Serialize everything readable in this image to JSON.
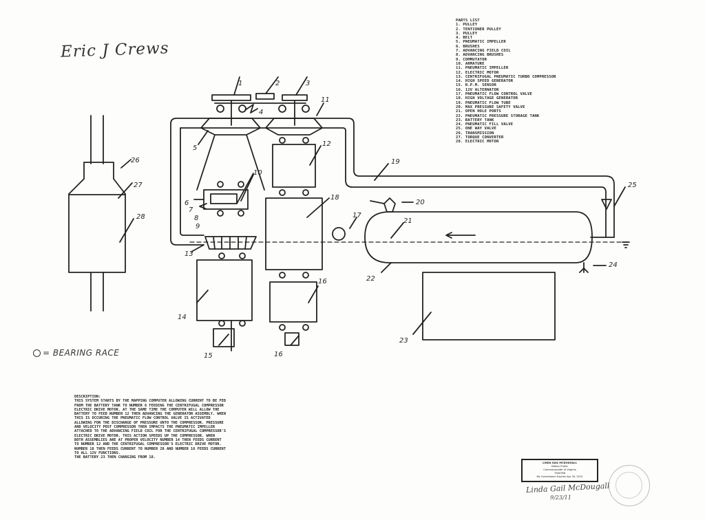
{
  "signature": "Eric J Crews",
  "parts_list": {
    "title": "PARTS LIST",
    "items": [
      "1. PULLEY",
      "2. TENTIONER PULLEY",
      "3. PULLEY",
      "4. BELT",
      "5. PNEUMATIC IMPELLER",
      "6. BRUSHES",
      "7. ADVANCING FIELD COIL",
      "8. ADVANCING BRUSHES",
      "9. COMMUTATOR",
      "10. ARMATURE",
      "11. PNEUMATIC IMPELLER",
      "12. ELECTRIC MOTOR",
      "13. CENTRIFUGAL PNEUMATIC TURBO COMPRESSOR",
      "14. HIGH SPEED GENERATOR",
      "15. R.P.M. SENSOR",
      "16. 12V ALTERNATOR",
      "17. PNEUMATIC FLOW CONTROL VALVE",
      "18. HIGH VOLTAGE GENERATOR",
      "19. PNEUMATIC FLOW TUBE",
      "20. MAX PRESSURE SAFETY VALVE",
      "21. OPEN HOLE PORTS",
      "22. PNEUMATIC PRESSURE STORAGE TANK",
      "23. BATTERY TANK",
      "24. PNEUMATIC FILL VALVE",
      "25. ONE WAY VALVE",
      "26. TRANSMISSION",
      "27. TORQUE CONVERTER",
      "28. ELECTRIC MOTOR"
    ]
  },
  "description": {
    "lines": [
      "DESCRIPTION:",
      "THIS SYSTEM STARTS BY THE MAPPING COMPUTER ALLOWING CURRENT TO BE FED",
      "FROM THE BATTERY TANK TO NUMBER 6 FEEDING THE CENTRIFUGAL COMPRESSOR",
      "ELECTRIC DRIVE MOTOR. AT THE SAME TIME THE COMPUTER WILL ALLOW THE",
      "BATTERY TO FEED NUMBER 12 THEN ADVANCING THE GENERATOR ASSEMBLY. WHEN",
      "THIS IS OCCURING THE PNEUMATIC FLOW CONTROL VALVE IS ACTIVATED",
      "ALLOWING FOR THE DISCHARGE OF PRESSURE UNTO THE COMPRESSOR. PRESSURE",
      "AND VELOCITY POST COMPRESSOR THEN IMPACTS THE PNEUMATIC IMPELLER",
      "ATTACHED TO THE ADVANCING FIELD COIL FOR THE CENTRIFUGAL COMPRESSOR'S",
      "ELECTRIC DRIVE MOTOR.   THIS ACTION SPEEDS UP THE COMPRESSOR.   WHEN",
      "BOTH ASSEMBLIES ARE AT PROPER VELOCITY NUMBER 14 THEN FEEDS CURRENT",
      "TO NUMBER 12 AND THE CENTRIFUGAL COMPRESSOR'S ELECTRIC DRIVE MOTOR.",
      "NUMBER 18 THEN FEEDS CURRENT TO NUMBER 28  AND NUMBER 16 FEEDS CURRENT",
      "TO ALL 12V FUNCTIONS.",
      "THE BATTERY 23 THEN CHARGING FROM 18."
    ]
  },
  "bearing_legend": "= BEARING RACE",
  "labels": {
    "n1": "1",
    "n2": "2",
    "n3": "3",
    "n4": "4",
    "n5": "5",
    "n6": "6",
    "n7": "7",
    "n8": "8",
    "n9": "9",
    "n10": "10",
    "n11": "11",
    "n12": "12",
    "n13": "13",
    "n14": "14",
    "n15": "15",
    "n16": "16",
    "n17": "17",
    "n18": "18",
    "n19": "19",
    "n20": "20",
    "n21": "21",
    "n22": "22",
    "n23": "23",
    "n24": "24",
    "n25": "25",
    "n26": "26",
    "n27": "27",
    "n28": "28"
  },
  "notary": {
    "lines": [
      "LINDA GAIL MCDOUGALL",
      "Notary Public",
      "Commonwealth of Virginia",
      "7584786",
      "My Commission Expires Apr 30, 2012"
    ],
    "signature": "Linda Gail McDougall",
    "date": "9/23/11"
  }
}
